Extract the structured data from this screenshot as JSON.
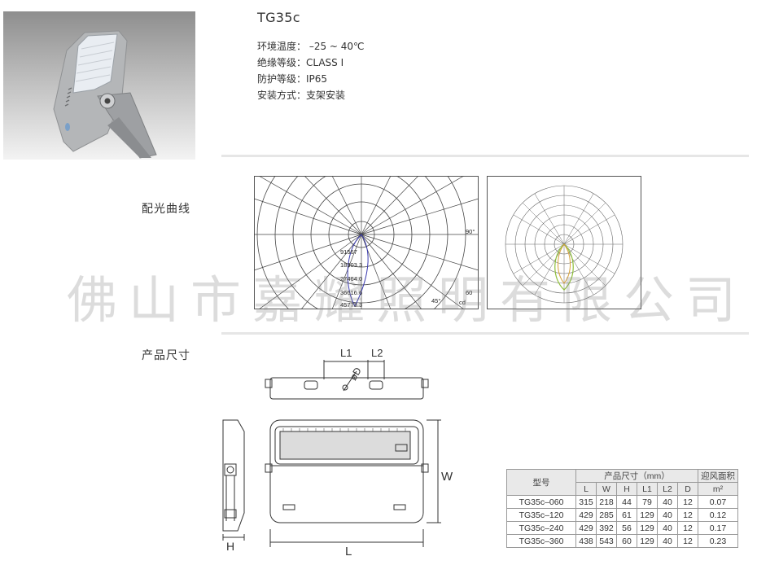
{
  "product": {
    "model": "TG35c",
    "specs": [
      "环境温度：  –25 ~ 40℃",
      "绝缘等级：CLASS I",
      "防护等级：IP65",
      "安装方式：支架安装"
    ]
  },
  "sections": {
    "light_curve": "配光曲线",
    "dimensions": "产品尺寸"
  },
  "polar_chart": {
    "values": [
      "91567",
      "18303.3",
      "27464.0",
      "36616.6",
      "45773.3"
    ],
    "angle_90": "90°",
    "angle_60": "60",
    "angle_45": "45°",
    "unit": "cd"
  },
  "drawing": {
    "L1": "L1",
    "L2": "L2",
    "D": "øD",
    "W": "W",
    "H": "H",
    "L": "L"
  },
  "watermark": "佛山市嘉耀照明有限公司",
  "table": {
    "col_model": "型号",
    "col_dims": "产品尺寸（mm）",
    "col_area": "迎风面积",
    "area_unit": "m²",
    "sub_headers": [
      "L",
      "W",
      "H",
      "L1",
      "L2",
      "D"
    ],
    "rows": [
      {
        "model": "TG35c–060",
        "values": [
          "315",
          "218",
          "44",
          "79",
          "40",
          "12"
        ],
        "area": "0.07"
      },
      {
        "model": "TG35c–120",
        "values": [
          "429",
          "285",
          "61",
          "129",
          "40",
          "12"
        ],
        "area": "0.12"
      },
      {
        "model": "TG35c–240",
        "values": [
          "429",
          "392",
          "56",
          "129",
          "40",
          "12"
        ],
        "area": "0.17"
      },
      {
        "model": "TG35c–360",
        "values": [
          "438",
          "543",
          "60",
          "129",
          "40",
          "12"
        ],
        "area": "0.23"
      }
    ]
  }
}
